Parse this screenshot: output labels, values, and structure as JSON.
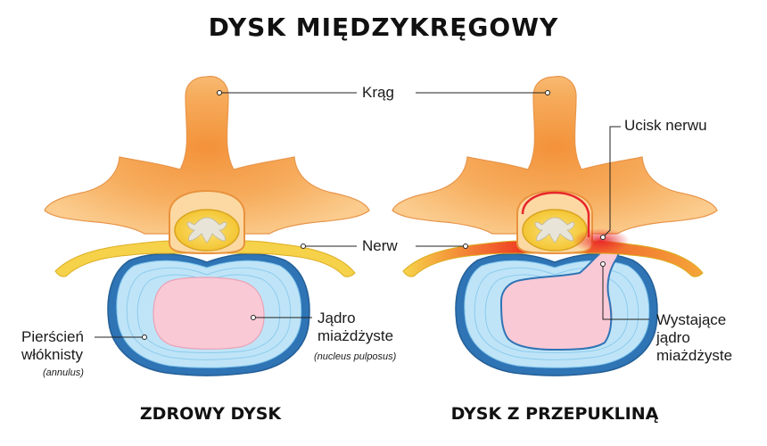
{
  "title": "DYSK MIĘDZYKRĘGOWY",
  "captions": {
    "healthy": "ZDROWY DYSK",
    "herniated": "DYSK Z PRZEPUKLINĄ"
  },
  "labels": {
    "vertebra": "Krąg",
    "nerve": "Nerw",
    "nerve_compression": "Ucisk nerwu",
    "nucleus_line1": "Jądro",
    "nucleus_line2": "miażdżyste",
    "nucleus_latin": "(nucleus pulposus)",
    "annulus_line1": "Pierścień",
    "annulus_line2": "włóknisty",
    "annulus_latin": "(annulus)",
    "protruding_line1": "Wystające",
    "protruding_line2": "jądro",
    "protruding_line3": "miażdżyste"
  },
  "colors": {
    "bone": "#f7b66c",
    "bone_dark": "#e9923d",
    "nerve": "#f7d44a",
    "disc_outer": "#2a6fb0",
    "disc_rings": "#aedcf4",
    "nucleus": "#f9c9d6",
    "compression": "#e8262a"
  }
}
